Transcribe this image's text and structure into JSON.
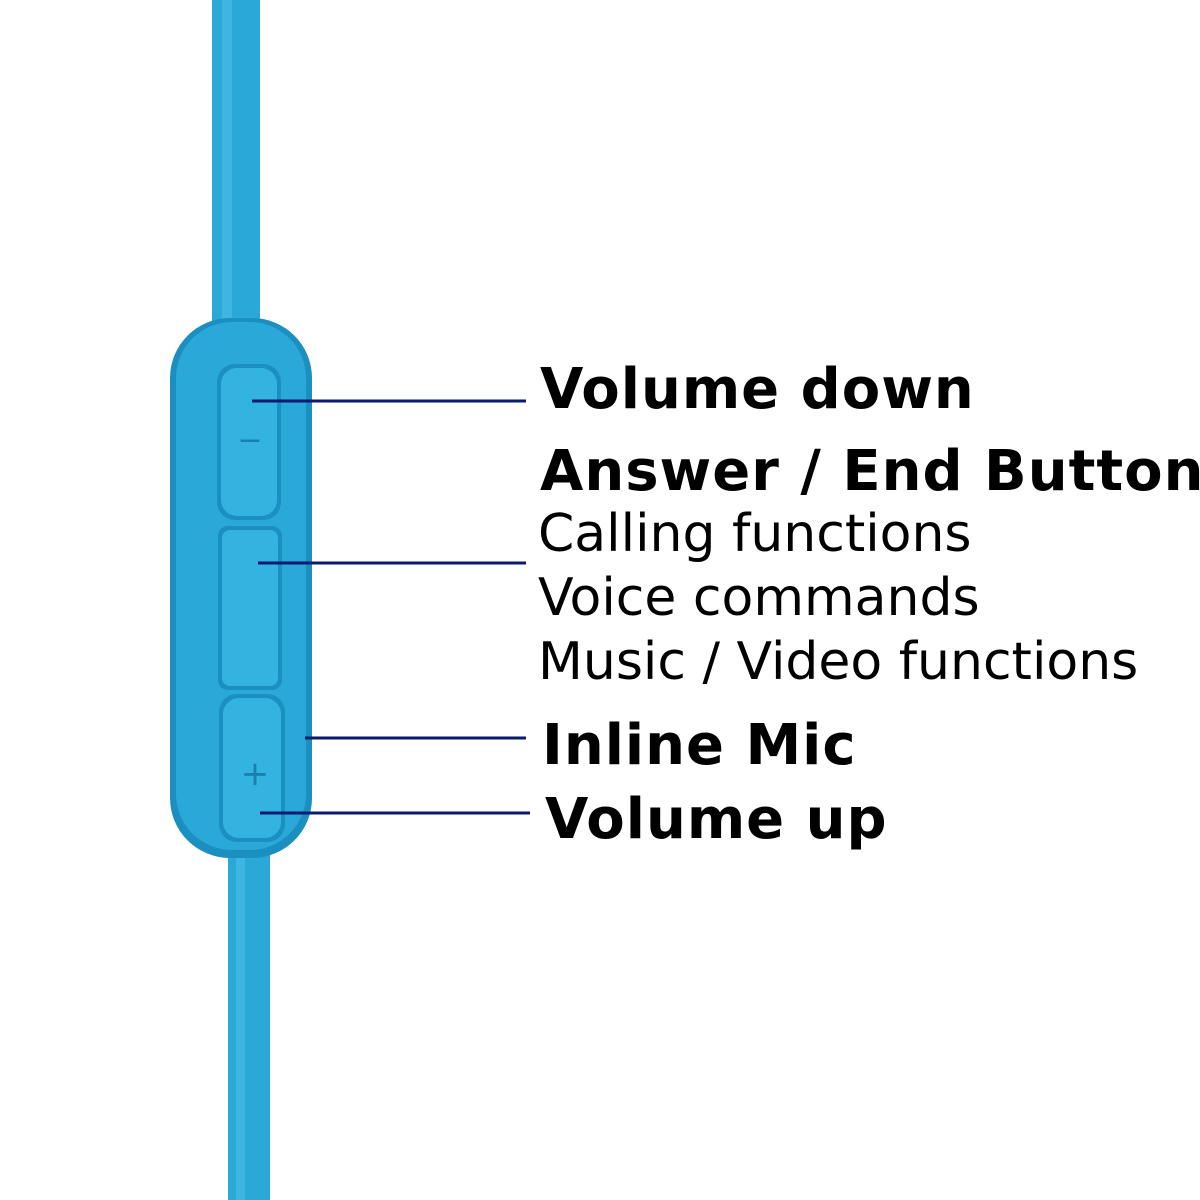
{
  "colors": {
    "background": "#ffffff",
    "cable": "#2aa8d8",
    "cable_shadow": "#1b8fc0",
    "button": "#33b3e0",
    "pointer_line": "#0a1a6e",
    "text": "#000000"
  },
  "remote": {
    "button_minus_symbol": "−",
    "button_plus_symbol": "+"
  },
  "labels": {
    "volume_down": "Volume down",
    "answer_end": "Answer / End Button",
    "calling_functions": "Calling functions",
    "voice_commands": "Voice commands",
    "music_video": "Music / Video functions",
    "inline_mic": "Inline Mic",
    "volume_up": "Volume up"
  }
}
